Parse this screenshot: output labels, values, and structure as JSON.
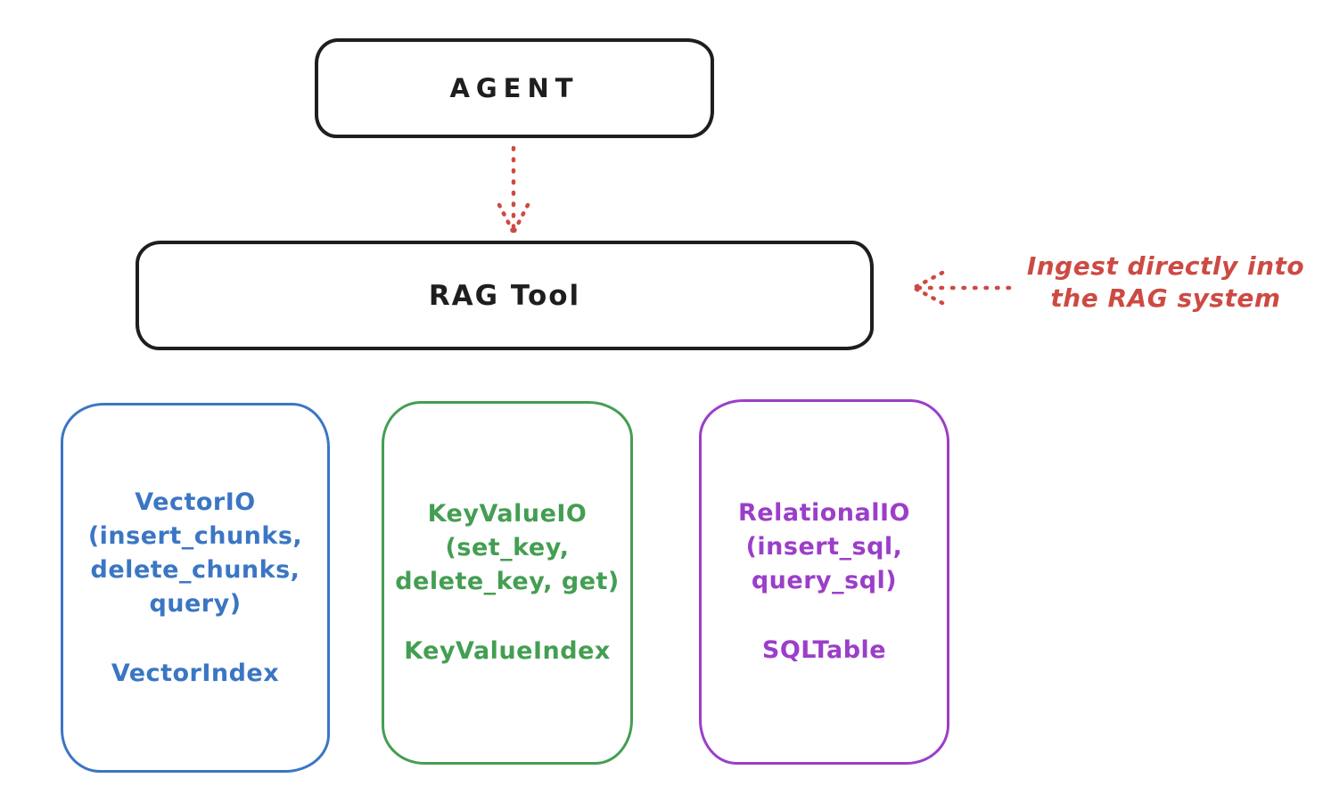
{
  "diagram": {
    "agent": {
      "label": "AGENT",
      "style": "color:#1e1e1e;border-color:#1e1e1e"
    },
    "rag_tool": {
      "label": "RAG Tool",
      "style": "color:#1e1e1e;border-color:#1e1e1e"
    },
    "annotation": {
      "line1": "Ingest directly into",
      "line2": "the RAG system",
      "style": "color:#cd4a43"
    },
    "providers": [
      {
        "id": "vector-io",
        "lines": [
          "VectorIO",
          "(insert_chunks,",
          "delete_chunks,",
          "query)"
        ],
        "footer": "VectorIndex",
        "color": "#3b76c4",
        "style": "color:#3b76c4;border-color:#3b76c4"
      },
      {
        "id": "keyvalue-io",
        "lines": [
          "KeyValueIO",
          "(set_key,",
          "delete_key, get)"
        ],
        "footer": "KeyValueIndex",
        "color": "#449e52",
        "style": "color:#449e52;border-color:#449e52"
      },
      {
        "id": "relational-io",
        "lines": [
          "RelationalIO",
          "(insert_sql,",
          "query_sql)"
        ],
        "footer": "SQLTable",
        "color": "#9b3ec9",
        "style": "color:#9b3ec9;border-color:#9b3ec9"
      }
    ]
  },
  "colors": {
    "ink": "#1e1e1e",
    "red": "#cd4a43",
    "blue": "#3b76c4",
    "green": "#449e52",
    "purple": "#9b3ec9",
    "background": "#ffffff"
  }
}
